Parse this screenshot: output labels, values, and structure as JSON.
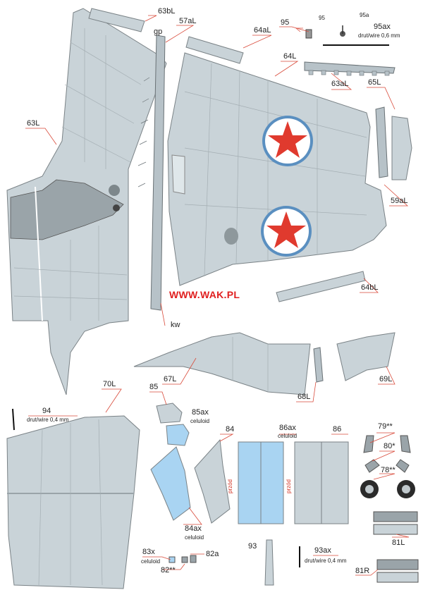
{
  "watermark": "WWW.WAK.PL",
  "colors": {
    "panel": "#c9d3d8",
    "panel_dark": "#9aa4a9",
    "leader": "#d94a3a",
    "roundel_red": "#e03a2e",
    "roundel_blue": "#5a8fc0",
    "celuloid": "#a9d4f2"
  },
  "labels": {
    "p63bL": "63bL",
    "p57aL": "57aL",
    "gp": "gp",
    "p64aL": "64aL",
    "p95": "95",
    "p95top": "95",
    "p95a": "95a",
    "p95ax": "95ax",
    "p95ax_note": "drut/wire 0,6 mm",
    "p64L": "64L",
    "p63aL": "63aL",
    "p65L": "65L",
    "p63L": "63L",
    "p59aL": "59aL",
    "p64bL": "64bL",
    "kw": "kw",
    "p67L": "67L",
    "p68L": "68L",
    "p69L": "69L",
    "p70L": "70L",
    "p94": "94",
    "p94_note": "drut/wire 0,4 mm",
    "p85": "85",
    "p85ax": "85ax",
    "celuloid1": "celuloid",
    "p84": "84",
    "p86ax": "86ax",
    "celuloid2": "celuloid",
    "p86": "86",
    "p79": "79**",
    "p80": "80*",
    "p78": "78**",
    "p84ax": "84ax",
    "celuloid3": "celuloid",
    "p83x": "83x",
    "celuloid4": "celuloid",
    "p82a": "82a",
    "p82": "82**",
    "p93": "93",
    "p93ax": "93ax",
    "p93ax_note": "drut/wire 0,4 mm",
    "p81L": "81L",
    "p81R": "81R",
    "przod1": "przód",
    "przod2": "przód"
  }
}
